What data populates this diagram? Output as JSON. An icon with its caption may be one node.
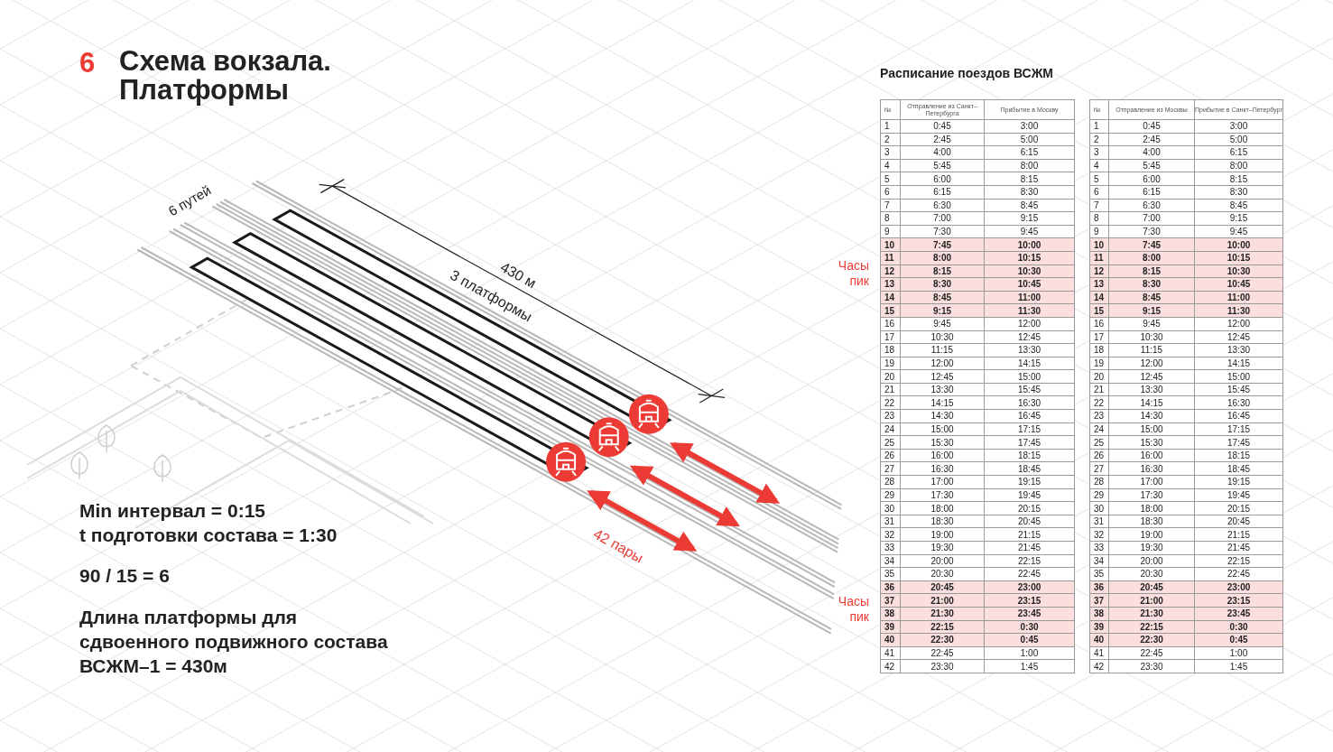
{
  "diagram": {
    "title": "Схема вокзала. Платформы",
    "labels": [
      "6",
      "Расписание поездов ВСЖМ",
      "6 путей",
      "430 м",
      "3 платформы",
      "Часы пик",
      "42 пары",
      "Часы пик",
      "Min интервал = 0:15",
      "t подготовки состава = 1:30",
      "90 / 15 = 6",
      "Длина платформы для сдвоенного подвижного состава ВСЖМ–1 = 430м",
      "№",
      "Отправление из Санкт–Петербурга",
      "Прибытие в Москву",
      "1",
      "0:45",
      "3:00",
      "2",
      "2:45",
      "5:00",
      "3",
      "4:00",
      "6:15",
      "4",
      "5:45",
      "8:00",
      "5",
      "6:00",
      "8:15",
      "6",
      "6:15",
      "8:30",
      "7",
      "6:30",
      "8:45",
      "8",
      "7:00",
      "9:15",
      "9",
      "7:30",
      "9:45",
      "10",
      "7:45",
      "10:00",
      "11",
      "8:00",
      "10:15",
      "12",
      "8:15",
      "10:30",
      "13",
      "8:30",
      "10:45",
      "14",
      "8:45",
      "11:00",
      "15",
      "9:15",
      "11:30",
      "16",
      "9:45",
      "12:00",
      "17",
      "10:30",
      "12:45",
      "18",
      "11:15",
      "13:30",
      "19",
      "12:00",
      "14:15",
      "20",
      "12:45",
      "15:00",
      "21",
      "13:30",
      "15:45",
      "22",
      "14:15",
      "16:30",
      "23",
      "14:30",
      "16:45",
      "24",
      "15:00",
      "17:15",
      "25",
      "15:30",
      "17:45",
      "26",
      "16:00",
      "18:15",
      "27",
      "16:30",
      "18:45",
      "28",
      "17:00",
      "19:15",
      "29",
      "17:30",
      "19:45",
      "30",
      "18:00",
      "20:15",
      "31",
      "18:30",
      "20:45",
      "32",
      "19:00",
      "21:15",
      "33",
      "19:30",
      "21:45",
      "34",
      "20:00",
      "22:15",
      "35",
      "20:30",
      "22:45",
      "36",
      "20:45",
      "23:00",
      "37",
      "21:00",
      "23:15",
      "38",
      "21:30",
      "23:45",
      "39",
      "22:15",
      "0:30",
      "40",
      "22:30",
      "0:45",
      "41",
      "22:45",
      "1:00",
      "42",
      "23:30",
      "1:45",
      "№",
      "Отправление из Москвы",
      "Прибытие в Санкт–Петербург",
      "1",
      "0:45",
      "3:00",
      "2",
      "2:45",
      "5:00",
      "3",
      "4:00",
      "6:15",
      "4",
      "5:45",
      "8:00",
      "5",
      "6:00",
      "8:15",
      "6",
      "6:15",
      "8:30",
      "7",
      "6:30",
      "8:45",
      "8",
      "7:00",
      "9:15",
      "9",
      "7:30",
      "9:45",
      "10",
      "7:45",
      "10:00",
      "11",
      "8:00",
      "10:15",
      "12",
      "8:15",
      "10:30",
      "13",
      "8:30",
      "10:45",
      "14",
      "8:45",
      "11:00",
      "15",
      "9:15",
      "11:30",
      "16",
      "9:45",
      "12:00",
      "17",
      "10:30",
      "12:45",
      "18",
      "11:15",
      "13:30",
      "19",
      "12:00",
      "14:15",
      "20",
      "12:45",
      "15:00",
      "21",
      "13:30",
      "15:45",
      "22",
      "14:15",
      "16:30",
      "23",
      "14:30",
      "16:45",
      "24",
      "15:00",
      "17:15",
      "25",
      "15:30",
      "17:45",
      "26",
      "16:00",
      "18:15",
      "27",
      "16:30",
      "18:45",
      "28",
      "17:00",
      "19:15",
      "29",
      "17:30",
      "19:45",
      "30",
      "18:00",
      "20:15",
      "31",
      "18:30",
      "20:45",
      "32",
      "19:00",
      "21:15",
      "33",
      "19:30",
      "21:45",
      "34",
      "20:00",
      "22:15",
      "35",
      "20:30",
      "22:45",
      "36",
      "20:45",
      "23:00",
      "37",
      "21:00",
      "23:15",
      "38",
      "21:30",
      "23:45",
      "39",
      "22:15",
      "0:30",
      "40",
      "22:30",
      "0:45",
      "41",
      "22:45",
      "1:00",
      "42",
      "23:30",
      "1:45"
    ]
  }
}
